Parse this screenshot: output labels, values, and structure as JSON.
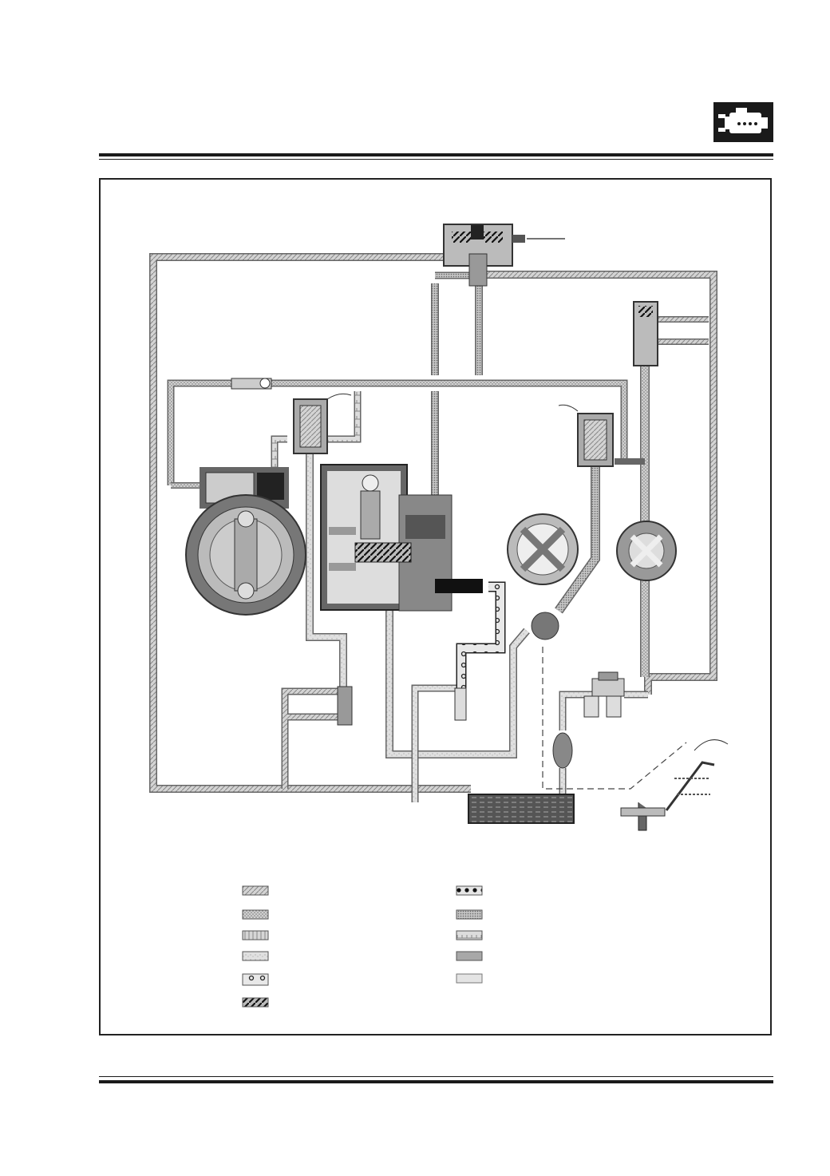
{
  "header": {
    "icon": "engine-icon"
  },
  "diagram": {
    "components": [
      "vacuum-valve-icon",
      "vacuum-solenoid-icon",
      "fuel-injection-pump-icon",
      "injector-icon",
      "dual-solenoid-icon",
      "vacuum-regulator-icon",
      "vacuum-pump-icon",
      "egr-valve-icon",
      "fuel-filter-icon",
      "hand-primer-icon",
      "fuel-tank-icon",
      "throttle-lever-icon"
    ],
    "legend_swatches": [
      "swatch-diagonal-hatch",
      "swatch-fine-stipple",
      "swatch-vertical-ticks",
      "swatch-light-grain",
      "swatch-circles",
      "swatch-bold-hatch",
      "swatch-heavy-dots",
      "swatch-dense-stipple",
      "swatch-comb",
      "swatch-medium-grey",
      "swatch-light-grey"
    ]
  }
}
